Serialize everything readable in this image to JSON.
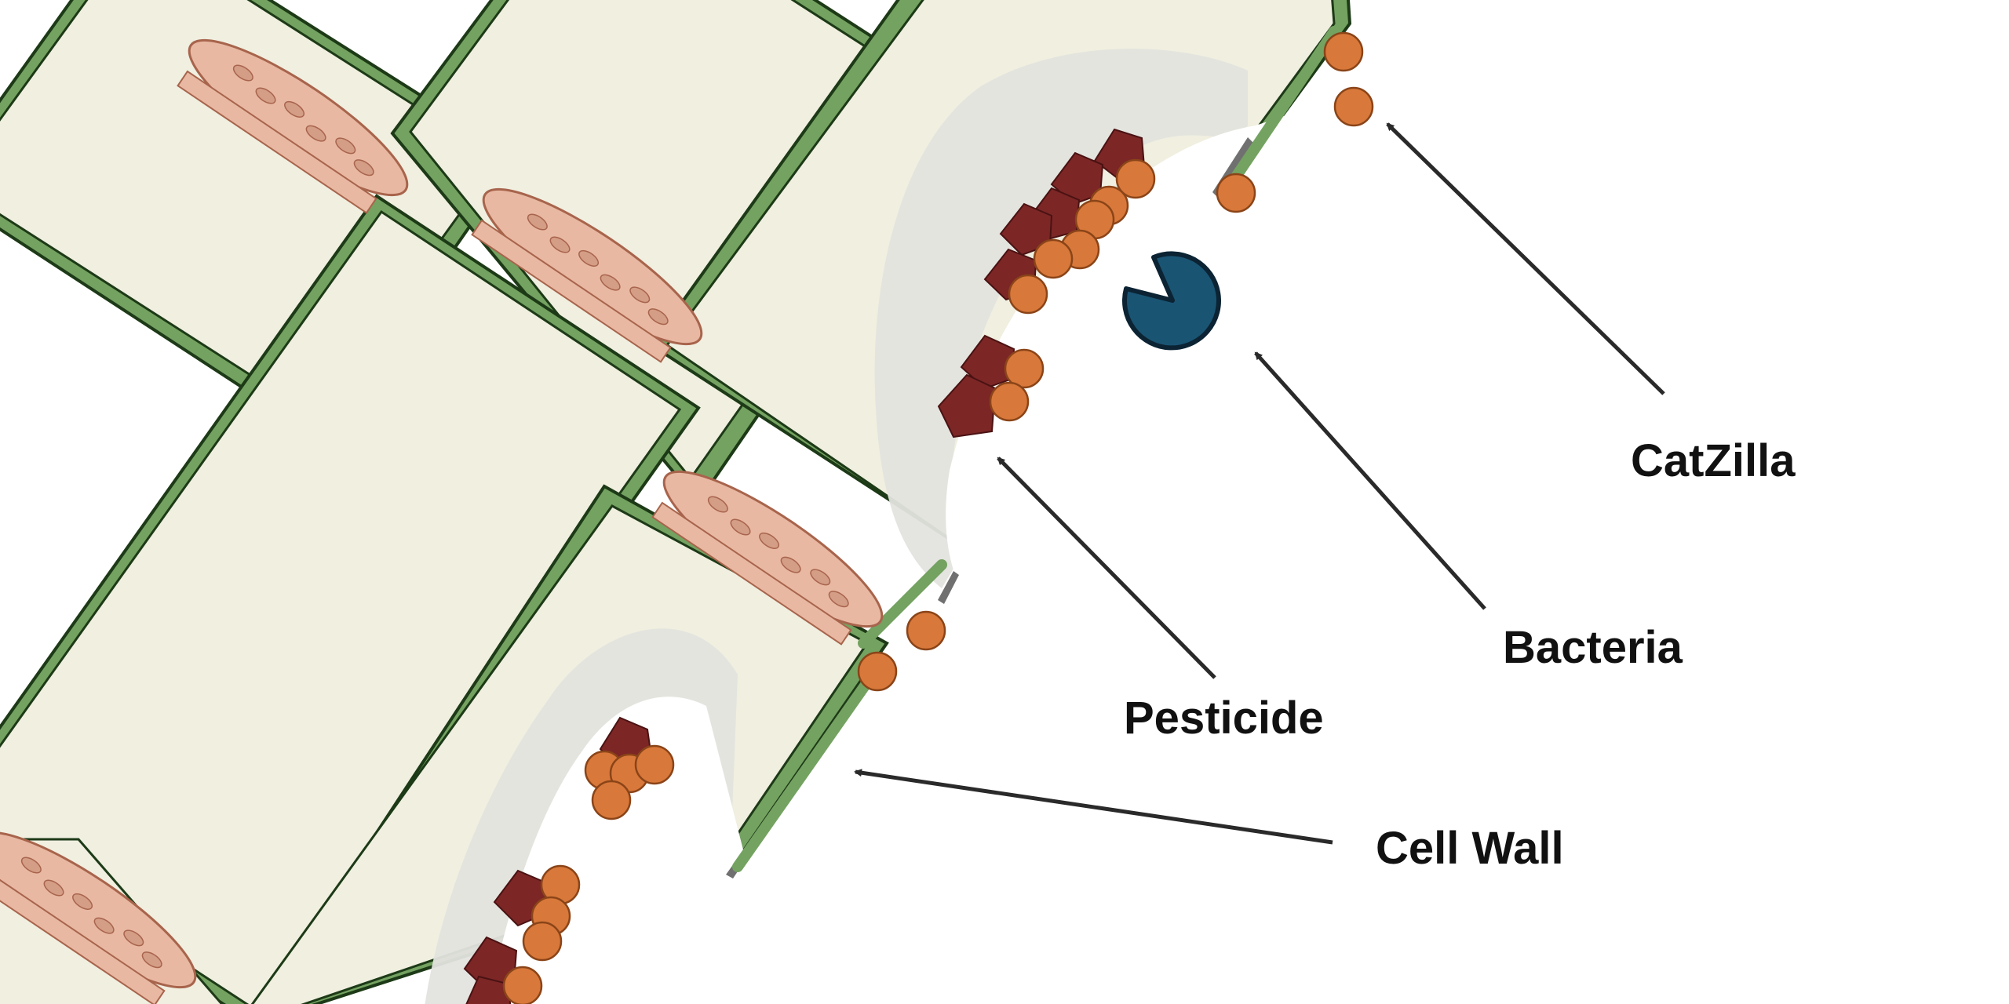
{
  "labels": {
    "catzilla": "CatZilla",
    "bacteria": "Bacteria",
    "pesticide": "Pesticide",
    "cell_wall": "Cell Wall"
  },
  "colors": {
    "background": "#ffffff",
    "cytoplasm": "#f0efe0",
    "cell_wall_green": "#74a261",
    "cell_wall_outline": "#1d3a17",
    "plasmodesmata_pink": "#e8b8a2",
    "plasmodesmata_outline": "#a8644c",
    "pesticide_red": "#7c2626",
    "catzilla_orange": "#d8783a",
    "bacteria_blue": "#1a5473",
    "residue_gray": "#e2e2de",
    "arrow": "#2a2a2a"
  },
  "icons": {
    "bacteria": "pacman-bacteria-icon",
    "catzilla": "orange-particle-icon",
    "pesticide": "pentagon-pesticide-icon"
  }
}
